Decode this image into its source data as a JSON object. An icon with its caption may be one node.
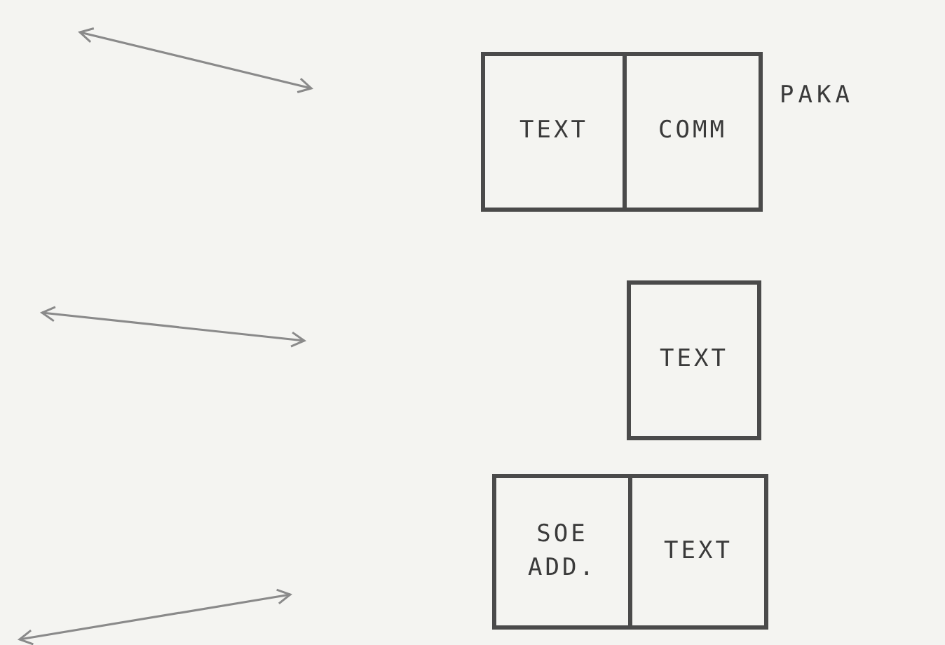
{
  "diagram": {
    "nodes": [
      {
        "text": [
          "TEXT"
        ]
      },
      {
        "text": [
          "COMM"
        ],
        "beside": [
          "PAKA"
        ]
      },
      {
        "text": [
          "TEXT"
        ]
      },
      {
        "text": [
          "SOE ADD."
        ]
      },
      {
        "text": [
          "TEXT"
        ]
      }
    ]
  }
}
